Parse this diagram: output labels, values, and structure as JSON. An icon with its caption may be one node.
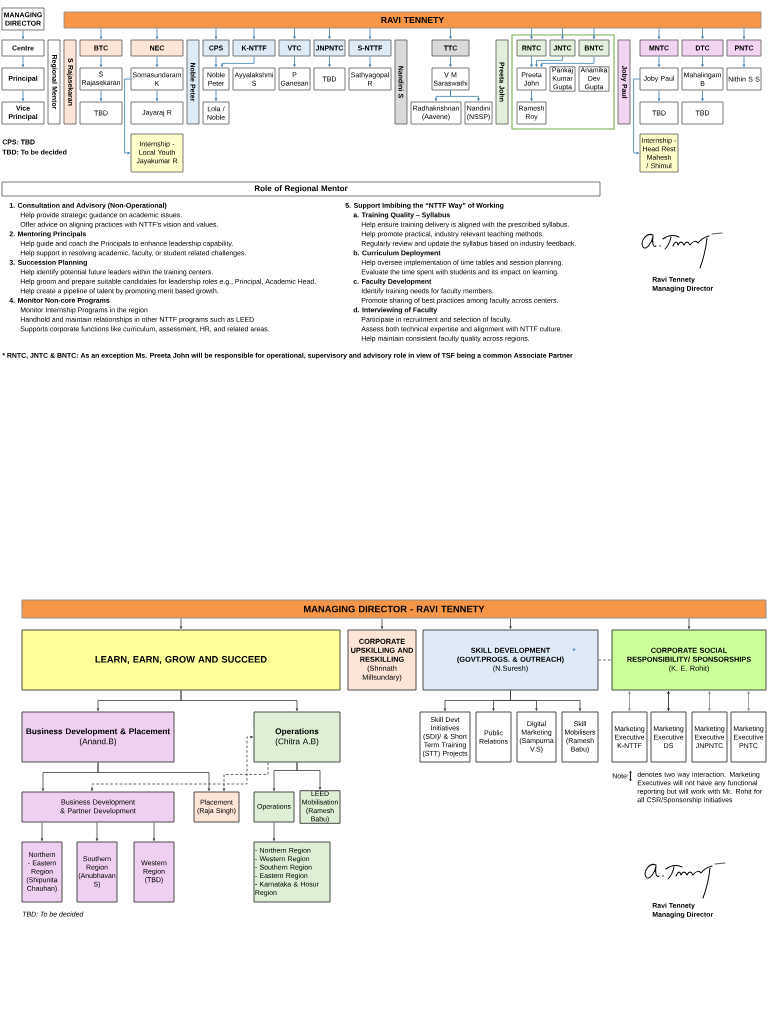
{
  "diagram": {
    "nodes": [
      {
        "text": [
          "MANAGING DIRECTOR"
        ]
      },
      {
        "text": [
          "RAVI TENNETY"
        ]
      },
      {
        "text": [
          "Centre"
        ]
      },
      {
        "text": [
          "Regional Mentor"
        ]
      },
      {
        "text": [
          "S Rajasekaran"
        ]
      },
      {
        "text": [
          "BTC"
        ]
      },
      {
        "text": [
          "NEC"
        ]
      },
      {
        "text": [
          "Noble Peter"
        ]
      },
      {
        "text": [
          "CPS"
        ]
      },
      {
        "text": [
          "K-NTTF"
        ]
      },
      {
        "text": [
          "VTC"
        ]
      },
      {
        "text": [
          "JNPNTC"
        ]
      },
      {
        "text": [
          "S-NTTF"
        ]
      },
      {
        "text": [
          "Nandini S"
        ]
      },
      {
        "text": [
          "TTC"
        ]
      },
      {
        "text": [
          "Preeta John"
        ]
      },
      {
        "text": [],
        "shape": "box"
      },
      {
        "text": [
          "RNTC"
        ],
        "in": 16
      },
      {
        "text": [
          "JNTC"
        ],
        "in": 16
      },
      {
        "text": [
          "BNTC"
        ],
        "in": 16
      },
      {
        "text": [
          "Joby Paul"
        ]
      },
      {
        "text": [
          "MNTC"
        ]
      },
      {
        "text": [
          "DTC"
        ]
      },
      {
        "text": [
          "PNTC"
        ]
      },
      {
        "text": [
          "Principal"
        ]
      },
      {
        "text": [
          "S Rajasekaran"
        ]
      },
      {
        "text": [
          "Somasundaram K"
        ]
      },
      {
        "text": [
          "Noble Peter"
        ]
      },
      {
        "text": [
          "Ayyalakshmi S"
        ]
      },
      {
        "text": [
          "P Ganesan"
        ]
      },
      {
        "text": [
          "TBD"
        ]
      },
      {
        "text": [
          "Sathyagopal R"
        ]
      },
      {
        "text": [
          "V M Saraswathi"
        ]
      },
      {
        "text": [
          "Preeta John"
        ],
        "in": 16
      },
      {
        "text": [
          "Pankaj Kumar Gupta"
        ],
        "in": 16
      },
      {
        "text": [
          "Anamika Dev Gupta"
        ],
        "in": 16
      },
      {
        "text": [
          "Joby Paul"
        ]
      },
      {
        "text": [
          "Mahalingam B"
        ]
      },
      {
        "text": [
          "Nithin S S"
        ]
      },
      {
        "text": [
          "Vice Principal"
        ]
      },
      {
        "text": [
          "TBD"
        ]
      },
      {
        "text": [
          "Jayaraj R"
        ]
      },
      {
        "text": [
          "Lola / Noble"
        ]
      },
      {
        "text": [
          "Radhakrishnan (Aavene)"
        ]
      },
      {
        "text": [
          "Nandini (NSSP)"
        ]
      },
      {
        "text": [
          "Ramesh Roy"
        ],
        "in": 16
      },
      {
        "text": [
          "TBD"
        ]
      },
      {
        "text": [
          "TBD"
        ]
      },
      {
        "text": [
          "Internship - Local Youth Jayakumar R"
        ]
      },
      {
        "text": [
          "Internship - Head Rest Mahesh / Shimul"
        ]
      },
      {
        "text": [
          "Role of Regional Mentor"
        ]
      },
      {
        "text": [
          "MANAGING DIRECTOR - RAVI TENNETY"
        ]
      },
      {
        "text": [
          "LEARN, EARN, GROW AND SUCCEED"
        ]
      },
      {
        "text": [
          "CORPORATE UPSKILLING AND RESKILLING",
          "(Shrinath Millsundary)"
        ]
      },
      {
        "text": [
          "SKILL DEVELOPMENT (GOVT.PROGS. & OUTREACH)",
          "(N.Suresh)",
          "*"
        ]
      },
      {
        "text": [
          "CORPORATE SOCIAL RESPONSIBILITY/ SPONSORSHIPS",
          "(K. E. Rohit)"
        ]
      },
      {
        "text": [
          "Business Development & Placement",
          "(Anand.B)"
        ]
      },
      {
        "text": [
          "Operations",
          "(Chitra A.B)"
        ]
      },
      {
        "text": [
          "Skill Devt Initiatives (SDI)/ & Short Term Training (STT) Projects"
        ]
      },
      {
        "text": [
          "Public Relations"
        ]
      },
      {
        "text": [
          "Digital Marketing (Sampurna V.S)"
        ]
      },
      {
        "text": [
          "Skill Mobilisers (Ramesh Babu)"
        ]
      },
      {
        "text": [
          "Marketing Executive K-NTTF"
        ]
      },
      {
        "text": [
          "Marketing Executive DS"
        ]
      },
      {
        "text": [
          "Marketing Executive JNPNTC"
        ]
      },
      {
        "text": [
          "Marketing Executive PNTC"
        ]
      },
      {
        "text": [
          "Business Development & Partner Development"
        ]
      },
      {
        "text": [
          "Placement (Raja Singh)"
        ]
      },
      {
        "text": [
          "Operations"
        ]
      },
      {
        "text": [
          "LEED Mobilisation (Ramesh Babu)"
        ]
      },
      {
        "text": [
          "Northern - Eastern Region (Shipunita Chauhan)"
        ]
      },
      {
        "text": [
          "Southern Region (Anubhavan S)"
        ]
      },
      {
        "text": [
          "Western Region (TBD)"
        ]
      },
      {
        "text": [
          "- Northern Region",
          "- Western Region",
          "- Southern Region",
          "- Eastern Region",
          "- Karnataka & Hosur Region"
        ]
      }
    ],
    "edges": [
      {
        "from": 0,
        "to": 2,
        "arrow": "to"
      },
      {
        "from": 2,
        "to": 24,
        "arrow": "to"
      },
      {
        "from": 24,
        "to": 39,
        "arrow": "to"
      },
      {
        "from": 1,
        "to": 5,
        "arrow": "to"
      },
      {
        "from": 1,
        "to": 6,
        "arrow": "to"
      },
      {
        "from": 1,
        "to": 8,
        "arrow": "to"
      },
      {
        "from": 1,
        "to": 9,
        "arrow": "to"
      },
      {
        "from": 1,
        "to": 10,
        "arrow": "to"
      },
      {
        "from": 1,
        "to": 11,
        "arrow": "to"
      },
      {
        "from": 1,
        "to": 12,
        "arrow": "to"
      },
      {
        "from": 1,
        "to": 14,
        "arrow": "to"
      },
      {
        "from": 1,
        "to": 17,
        "arrow": "to"
      },
      {
        "from": 1,
        "to": 18,
        "arrow": "to"
      },
      {
        "from": 1,
        "to": 19,
        "arrow": "to"
      },
      {
        "from": 1,
        "to": 21,
        "arrow": "to"
      },
      {
        "from": 1,
        "to": 22,
        "arrow": "to"
      },
      {
        "from": 1,
        "to": 23,
        "arrow": "to"
      },
      {
        "from": 5,
        "to": 25,
        "arrow": "to"
      },
      {
        "from": 25,
        "to": 40,
        "arrow": "to"
      },
      {
        "from": 6,
        "to": 26,
        "arrow": "to"
      },
      {
        "from": 26,
        "to": 41,
        "arrow": "to"
      },
      {
        "from": 26,
        "to": 48,
        "arrow": "to"
      },
      {
        "from": 8,
        "to": 27,
        "arrow": "to"
      },
      {
        "from": 9,
        "to": 27,
        "arrow": "to"
      },
      {
        "from": 27,
        "to": 42,
        "arrow": "to"
      },
      {
        "from": 10,
        "to": 29,
        "arrow": "to"
      },
      {
        "from": 11,
        "to": 30,
        "arrow": "to"
      },
      {
        "from": 12,
        "to": 31,
        "arrow": "to"
      },
      {
        "from": 14,
        "to": 32,
        "arrow": "to"
      },
      {
        "from": 32,
        "to": 43,
        "arrow": "to"
      },
      {
        "from": 32,
        "to": 44,
        "arrow": "to"
      },
      {
        "from": 17,
        "to": 33,
        "arrow": "to"
      },
      {
        "from": 18,
        "to": 33,
        "arrow": "to"
      },
      {
        "from": 19,
        "to": 33,
        "arrow": "to"
      },
      {
        "from": 33,
        "to": 45,
        "arrow": "to"
      },
      {
        "from": 21,
        "to": 36,
        "arrow": "to"
      },
      {
        "from": 36,
        "to": 46,
        "arrow": "to"
      },
      {
        "from": 36,
        "to": 49,
        "arrow": "to"
      },
      {
        "from": 22,
        "to": 37,
        "arrow": "to"
      },
      {
        "from": 37,
        "to": 47,
        "arrow": "to"
      },
      {
        "from": 23,
        "to": 38,
        "arrow": "to"
      },
      {
        "from": 51,
        "to": 52,
        "arrow": "to",
        "color": "#404040"
      },
      {
        "from": 51,
        "to": 53,
        "arrow": "to",
        "color": "#404040"
      },
      {
        "from": 51,
        "to": 54,
        "arrow": "to",
        "color": "#404040"
      },
      {
        "from": 51,
        "to": 55,
        "arrow": "to",
        "color": "#404040"
      },
      {
        "from": 54,
        "to": 55,
        "arrow": "none",
        "style": "dashed",
        "color": "#404040"
      },
      {
        "from": 52,
        "to": 56,
        "arrow": "to",
        "color": "#404040"
      },
      {
        "from": 52,
        "to": 57,
        "arrow": "to",
        "color": "#404040"
      },
      {
        "from": 56,
        "to": 66,
        "arrow": "to",
        "color": "#404040"
      },
      {
        "from": 56,
        "to": 67,
        "arrow": "to",
        "color": "#404040"
      },
      {
        "from": 57,
        "to": 68,
        "arrow": "to",
        "color": "#404040"
      },
      {
        "from": 57,
        "to": 69,
        "arrow": "to",
        "color": "#404040"
      },
      {
        "from": 57,
        "to": 67,
        "arrow": "to",
        "style": "dashed",
        "color": "#404040"
      },
      {
        "from": 66,
        "to": 57,
        "arrow": "both",
        "style": "dashed",
        "color": "#404040"
      },
      {
        "from": 66,
        "to": 70,
        "arrow": "to",
        "color": "#404040"
      },
      {
        "from": 66,
        "to": 71,
        "arrow": "to",
        "color": "#404040"
      },
      {
        "from": 66,
        "to": 72,
        "arrow": "to",
        "color": "#404040"
      },
      {
        "from": 68,
        "to": 73,
        "arrow": "to",
        "color": "#404040"
      },
      {
        "from": 54,
        "to": 58,
        "arrow": "to",
        "color": "#404040"
      },
      {
        "from": 54,
        "to": 59,
        "arrow": "to",
        "color": "#404040"
      },
      {
        "from": 54,
        "to": 60,
        "arrow": "to",
        "color": "#404040"
      },
      {
        "from": 54,
        "to": 61,
        "arrow": "to",
        "color": "#404040"
      },
      {
        "from": 55,
        "to": 62,
        "arrow": "both",
        "color": "#8c8c8c"
      },
      {
        "from": 55,
        "to": 63,
        "arrow": "both",
        "color": "#1a1a1a"
      },
      {
        "from": 55,
        "to": 64,
        "arrow": "both",
        "color": "#8c8c8c"
      },
      {
        "from": 55,
        "to": 65,
        "arrow": "both",
        "color": "#8c8c8c"
      }
    ],
    "labels": [
      "CPS: TBD",
      "TBD: To be decided",
      "1. Consultation and Advisory (Non-Operational)",
      "Help provide strategic guidance on academic issues.",
      "Offer advice on aligning practices with NTTF's vision and values.",
      "2. Mentoring Principals",
      "Help guide and coach the Principals to enhance leadership capability.",
      "Help support in resolving academic, faculty, or student related challenges.",
      "3. Succession Planning",
      "Help identify potential future leaders within the training centers.",
      "Help groom and prepare suitable candidates for leadership roles e.g., Principal, Academic Head.",
      "Help create a pipeline of talent by promoting merit based growth.",
      "4. Monitor Non-core Programs",
      "Monitor Internship Programs in the region",
      "Handhold and maintain relationships in other NTTF programs such as LEED",
      "Supports corporate functions like curriculum, assessment, HR, and related areas.",
      "5. Support Imbibing the “NTTF Way” of Working",
      "a. Training Quality – Syllabus",
      "Help ensure training delivery is aligned with the prescribed syllabus.",
      "Help promote practical, industry relevant teaching methods.",
      "Regularly review and update the syllabus based on industry feedback.",
      "b. Curriculum Deployment",
      "Help oversee implementation of time tables and session planning.",
      "Evaluate the time spent with students and its impact on learning.",
      "c. Faculty Development",
      "Identify training needs for faculty members.",
      "Promote sharing of best practices among faculty across centers.",
      "d. Interviewing of Faculty",
      "Participate in recruitment and selection of faculty.",
      "Assess both technical expertise and alignment with NTTF culture.",
      "Help maintain consistent faculty quality across regions.",
      "* RNTC, JNTC & BNTC: As an exception Ms. Preeta John will be responsible for operational, supervisory and advisory role in view of TSF being a common Associate Partner",
      "Ravi Tennety",
      "Managing Director",
      "Note:",
      "denotes two way interaction. Marketing Executives will not have any functional reporting but will work with Mr. Rohit for all CSR/Sponsorship initiatives",
      "TBD: To be decided",
      "Ravi Tennety",
      "Managing Director"
    ]
  }
}
